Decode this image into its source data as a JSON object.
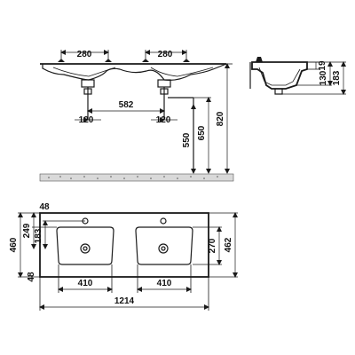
{
  "front_view": {
    "dims": {
      "tap_spacing_left": "280",
      "tap_spacing_right": "280",
      "drain_spacing": "582",
      "trap_width": "120",
      "height_drain": "550",
      "height_outlet": "650",
      "height_top": "820"
    }
  },
  "side_view": {
    "dims": {
      "rim_thickness": "19",
      "bowl_depth": "130",
      "total_depth": "183"
    }
  },
  "top_view": {
    "dims": {
      "back_margin": "48",
      "basin_offset": "249",
      "tap_offset": "183",
      "total_depth": "460",
      "front_margin": "48",
      "basin_width_left": "410",
      "basin_width_right": "410",
      "total_width": "1214",
      "basin_depth": "270",
      "side_depth": "462"
    }
  },
  "colors": {
    "line": "#1a1a1a",
    "floor_hatch": "#d9d9d9",
    "background": "#ffffff"
  }
}
